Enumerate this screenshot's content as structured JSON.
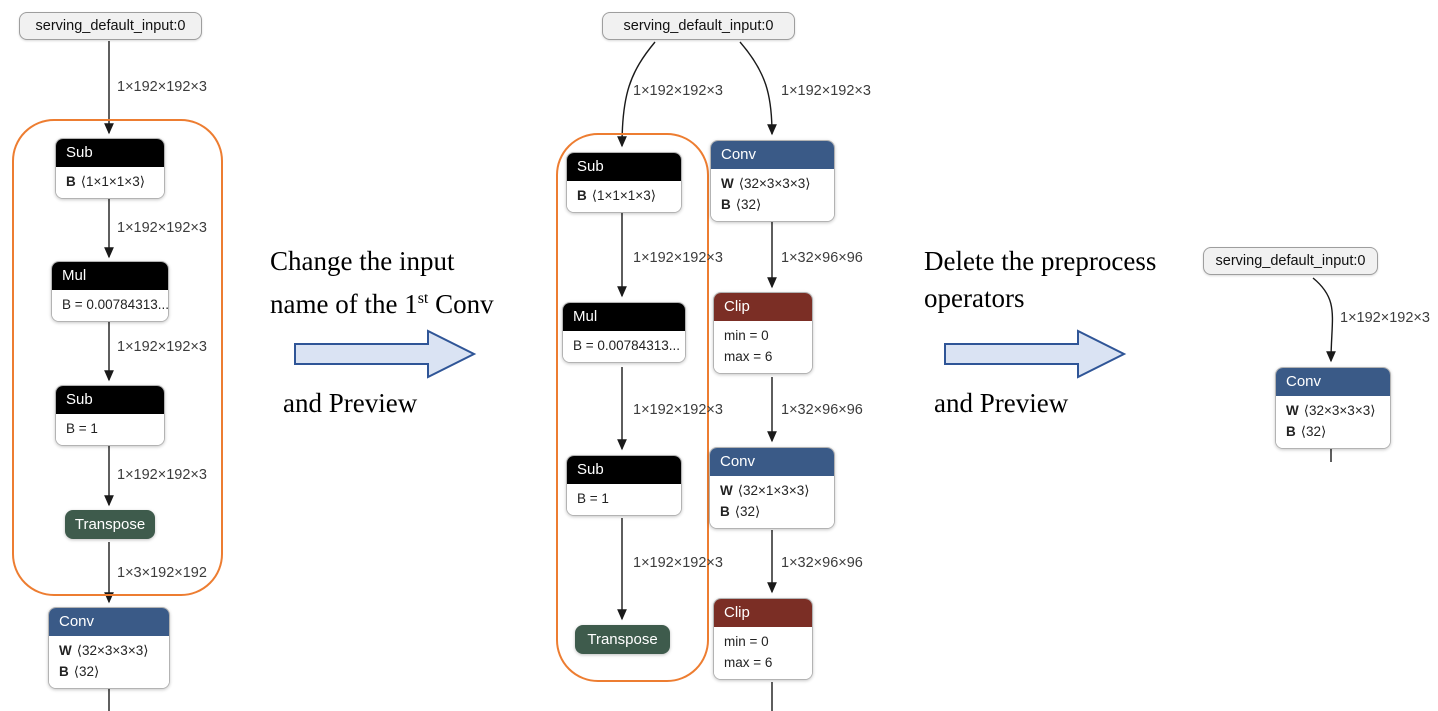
{
  "colors": {
    "conv_header": "#3a5a87",
    "clip_header": "#7b2e25",
    "sub_mul_header": "#000000",
    "transpose_bg": "#3e5b4c",
    "highlight_box": "#ed7d31",
    "block_arrow_fill": "#dae3f3",
    "block_arrow_border": "#2f5597",
    "input_node_bg": "#f1f1f1"
  },
  "annotations": {
    "step1_line1": "Change the input",
    "step1_line2a": "name of the 1",
    "step1_sup": "st",
    "step1_line2b": " Conv",
    "step1_line3": "and Preview",
    "step2_line1": "Delete the preprocess",
    "step2_line2": "operators",
    "step2_line3": "and Preview"
  },
  "graphs": {
    "left": {
      "input": "serving_default_input:0",
      "labels": {
        "e1": "1×192×192×3",
        "e2": "1×192×192×3",
        "e3": "1×192×192×3",
        "e4": "1×192×192×3",
        "e5": "1×3×192×192"
      },
      "sub1": {
        "title": "Sub",
        "attr_k": "B",
        "attr_v": "⟨1×1×1×3⟩"
      },
      "mul": {
        "title": "Mul",
        "attr": "B = 0.00784313..."
      },
      "sub2": {
        "title": "Sub",
        "attr": "B = 1"
      },
      "transpose": {
        "title": "Transpose"
      },
      "conv": {
        "title": "Conv",
        "w_k": "W",
        "w_v": "⟨32×3×3×3⟩",
        "b_k": "B",
        "b_v": "⟨32⟩"
      }
    },
    "middle": {
      "input": "serving_default_input:0",
      "labels": {
        "in_left": "1×192×192×3",
        "in_right": "1×192×192×3",
        "l2": "1×192×192×3",
        "l3": "1×192×192×3",
        "l4": "1×192×192×3",
        "r2": "1×32×96×96",
        "r3": "1×32×96×96",
        "r4": "1×32×96×96"
      },
      "sub1": {
        "title": "Sub",
        "attr_k": "B",
        "attr_v": "⟨1×1×1×3⟩"
      },
      "conv1": {
        "title": "Conv",
        "w_k": "W",
        "w_v": "⟨32×3×3×3⟩",
        "b_k": "B",
        "b_v": "⟨32⟩"
      },
      "mul": {
        "title": "Mul",
        "attr": "B = 0.00784313..."
      },
      "clip1": {
        "title": "Clip",
        "min": "min = 0",
        "max": "max = 6"
      },
      "sub2": {
        "title": "Sub",
        "attr": "B = 1"
      },
      "conv2": {
        "title": "Conv",
        "w_k": "W",
        "w_v": "⟨32×1×3×3⟩",
        "b_k": "B",
        "b_v": "⟨32⟩"
      },
      "transpose": {
        "title": "Transpose"
      },
      "clip2": {
        "title": "Clip",
        "min": "min = 0",
        "max": "max = 6"
      }
    },
    "right": {
      "input": "serving_default_input:0",
      "label": "1×192×192×3",
      "conv": {
        "title": "Conv",
        "w_k": "W",
        "w_v": "⟨32×3×3×3⟩",
        "b_k": "B",
        "b_v": "⟨32⟩"
      }
    }
  }
}
